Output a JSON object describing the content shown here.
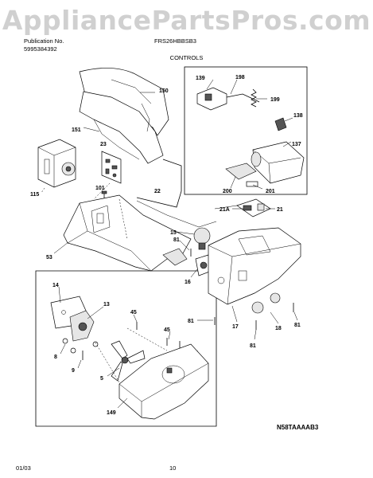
{
  "watermark": "AppliancePartsPros.com",
  "header": {
    "publication_label": "Publication No.",
    "publication_number": "5995384392",
    "model": "FRS26HBBSB3",
    "section_title": "CONTROLS"
  },
  "footer": {
    "date": "01/03",
    "page_number": "10"
  },
  "diagram_code": "N58TAAAAB3",
  "callouts": {
    "c139": "139",
    "c198": "198",
    "c199": "199",
    "c138": "138",
    "c137": "137",
    "c200": "200",
    "c201": "201",
    "c150": "150",
    "c151": "151",
    "c23": "23",
    "c115": "115",
    "c101": "101",
    "c22": "22",
    "c21a": "21A",
    "c21": "21",
    "c15": "15",
    "c81a": "81",
    "c53": "53",
    "c16": "16",
    "c14": "14",
    "c13": "13",
    "c45a": "45",
    "c45b": "45",
    "c8": "8",
    "c9": "9",
    "c5": "5",
    "c149": "149",
    "c81b": "81",
    "c17": "17",
    "c18": "18",
    "c81c": "81",
    "c81d": "81"
  }
}
